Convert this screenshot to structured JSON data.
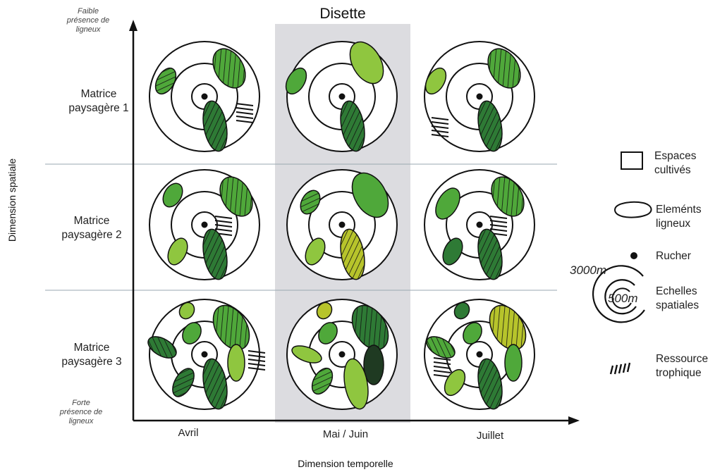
{
  "title": "Disette",
  "axes": {
    "y_label": "Dimension spatiale",
    "x_label": "Dimension temporelle",
    "y_top_note": [
      "Faible",
      "présence de",
      "ligneux"
    ],
    "y_bottom_note": [
      "Forte",
      "présence de",
      "ligneux"
    ]
  },
  "rows": [
    {
      "label": [
        "Matrice",
        "paysagère 1"
      ]
    },
    {
      "label": [
        "Matrice",
        "paysagère 2"
      ]
    },
    {
      "label": [
        "Matrice",
        "paysagère 3"
      ]
    }
  ],
  "columns": [
    {
      "label": "Avril"
    },
    {
      "label": "Mai / Juin"
    },
    {
      "label": "Juillet"
    }
  ],
  "legend": {
    "cultivated": [
      "Espaces",
      "cultivés"
    ],
    "woody": [
      "Eleménts",
      "ligneux"
    ],
    "apiary": "Rucher",
    "scales": [
      "Echelles",
      "spatiales"
    ],
    "scale_outer": "3000m",
    "scale_inner": "500m",
    "resource": [
      "Ressource",
      "trophique"
    ]
  },
  "colors": {
    "shade_band": "#dcdce0",
    "light_green": "#8fc63f",
    "mid_green": "#4fa83a",
    "dark_green": "#2e7a35",
    "very_dark": "#1f3a22",
    "olive": "#b7c42b"
  }
}
